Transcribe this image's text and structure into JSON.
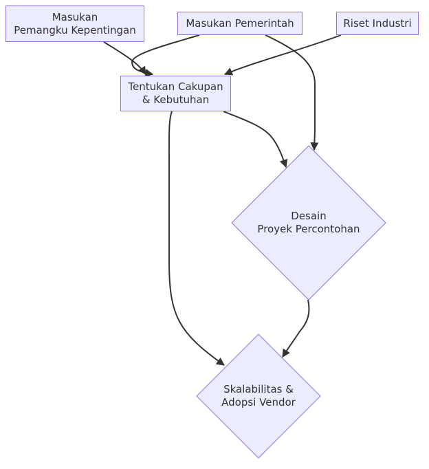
{
  "diagram": {
    "colors": {
      "node_fill": "#ECECFF",
      "node_stroke": "#9370DB",
      "edge": "#333333",
      "text": "#333333"
    },
    "nodes": {
      "stakeholder": {
        "line1": "Masukan",
        "line2": "Pemangku Kepentingan"
      },
      "government": {
        "line1": "Masukan Pemerintah"
      },
      "industry": {
        "line1": "Riset Industri"
      },
      "scope": {
        "line1": "Tentukan Cakupan",
        "line2": "& Kebutuhan"
      },
      "design": {
        "line1": "Desain",
        "line2": "Proyek Percontohan"
      },
      "scale": {
        "line1": "Skalabilitas &",
        "line2": "Adopsi Vendor"
      }
    },
    "edges": [
      {
        "from": "stakeholder",
        "to": "scope"
      },
      {
        "from": "government",
        "to": "scope"
      },
      {
        "from": "industry",
        "to": "scope"
      },
      {
        "from": "government",
        "to": "design"
      },
      {
        "from": "scope",
        "to": "design"
      },
      {
        "from": "scope",
        "to": "scale"
      },
      {
        "from": "design",
        "to": "scale"
      }
    ]
  }
}
